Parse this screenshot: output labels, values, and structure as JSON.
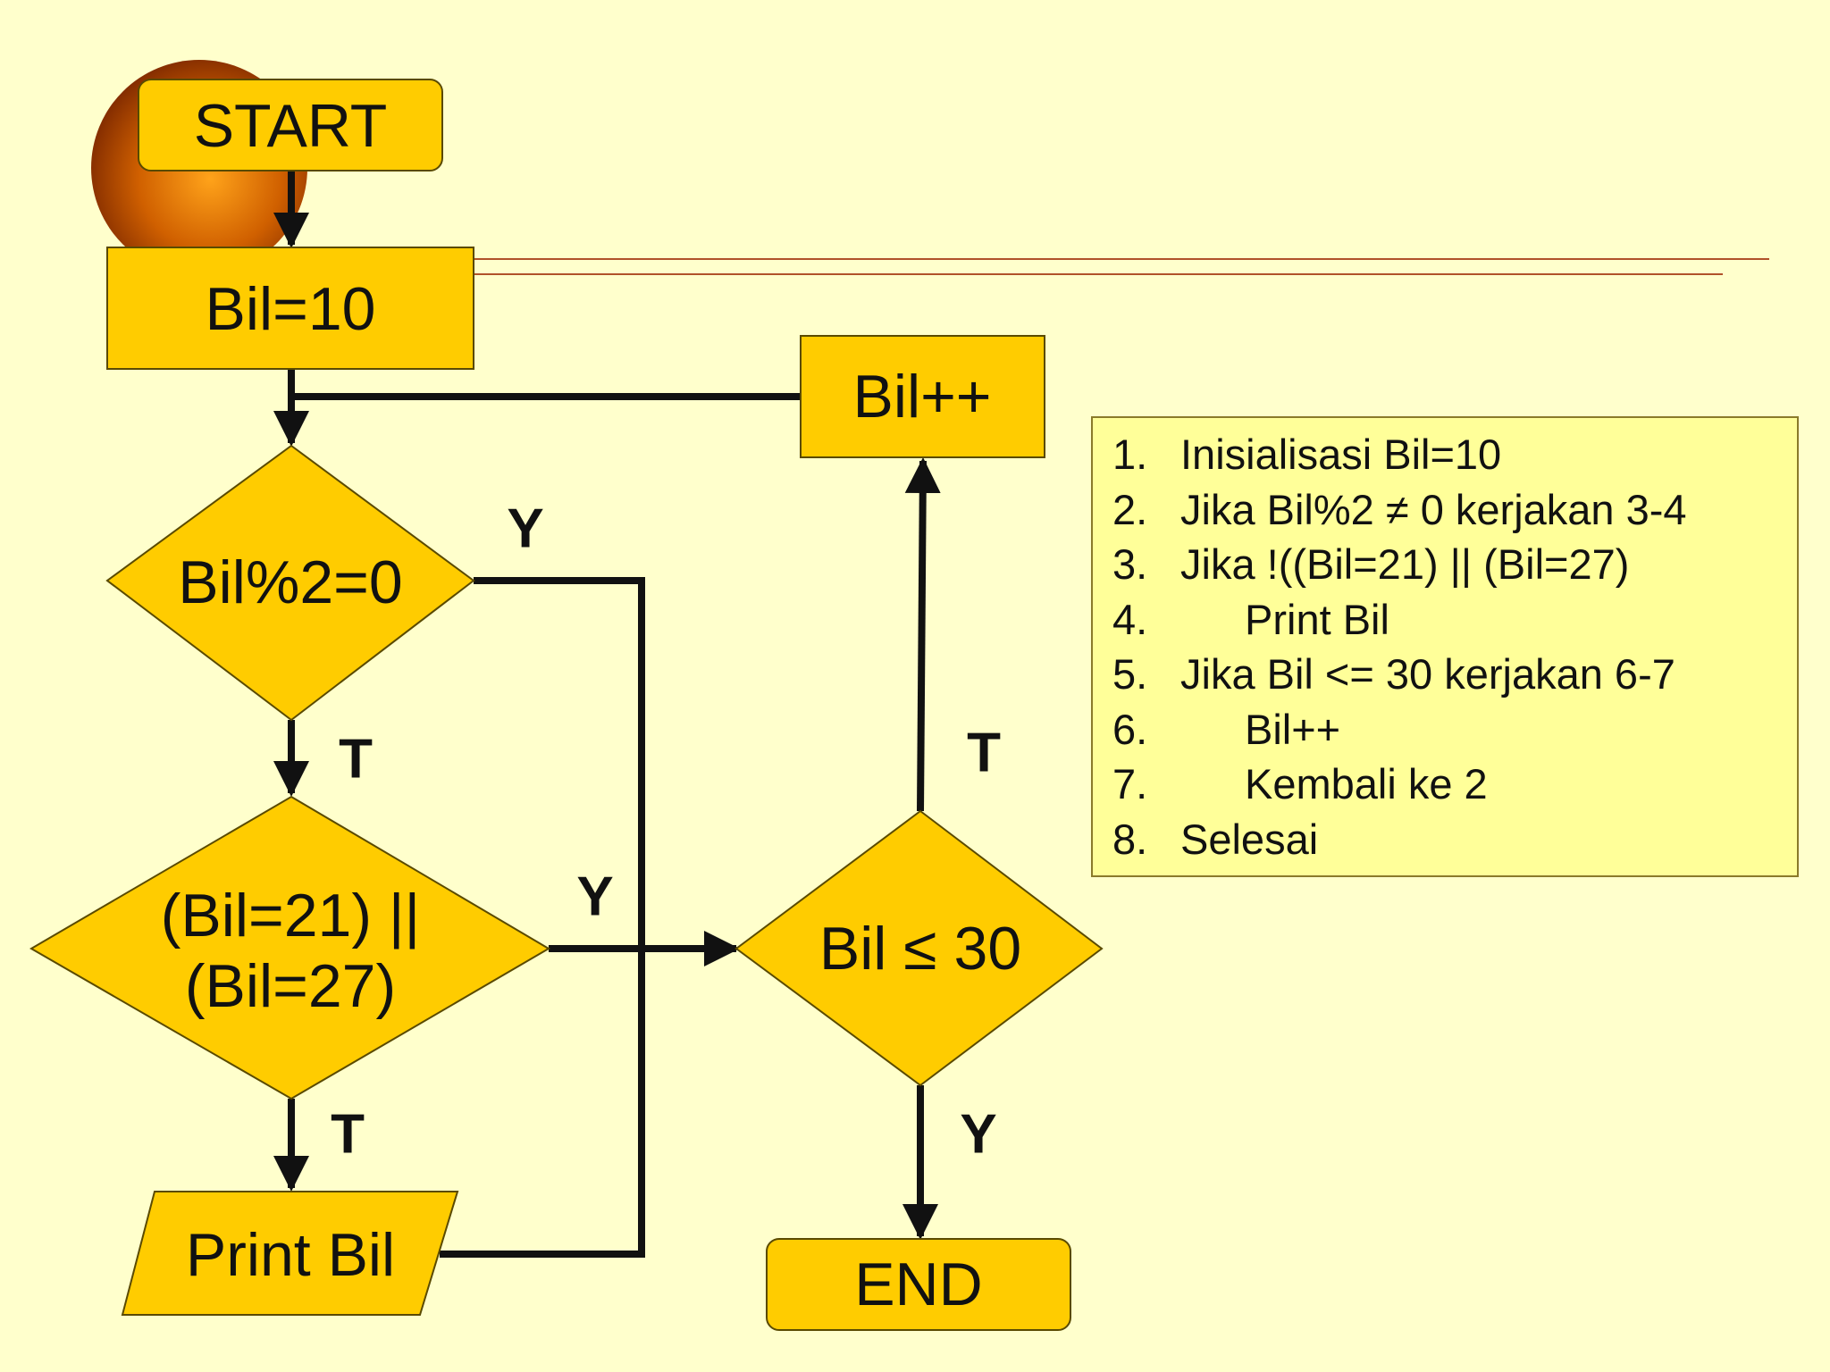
{
  "colors": {
    "background": "#FFFFCC",
    "shape_fill": "#FFCC00",
    "shape_stroke": "#5a4a00",
    "connector": "#111111",
    "rule_line": "#B0522A",
    "steps_box_fill": "#FFFF99",
    "orb": "#CC5A00"
  },
  "flowchart": {
    "start": "START",
    "init": "Bil=10",
    "cond_even": "Bil%2=0",
    "cond_special_line1": "(Bil=21) ||",
    "cond_special_line2": "(Bil=27)",
    "print": "Print Bil",
    "cond_limit": "Bil ≤ 30",
    "increment": "Bil++",
    "end": "END",
    "labels": {
      "even_yes": "Y",
      "even_no": "T",
      "special_yes": "Y",
      "special_no": "T",
      "limit_no": "T",
      "limit_yes": "Y"
    }
  },
  "steps": [
    {
      "num": "1.",
      "text": "Inisialisasi Bil=10",
      "indent": false
    },
    {
      "num": "2.",
      "text": "Jika Bil%2 ≠ 0 kerjakan 3-4",
      "indent": false
    },
    {
      "num": "3.",
      "text": "Jika !((Bil=21) || (Bil=27)",
      "indent": false
    },
    {
      "num": "4.",
      "text": "Print Bil",
      "indent": true
    },
    {
      "num": "5.",
      "text": "Jika Bil <= 30 kerjakan 6-7",
      "indent": false
    },
    {
      "num": "6.",
      "text": "Bil++",
      "indent": true
    },
    {
      "num": "7.",
      "text": "Kembali ke 2",
      "indent": true
    },
    {
      "num": "8.",
      "text": "Selesai",
      "indent": false
    }
  ]
}
